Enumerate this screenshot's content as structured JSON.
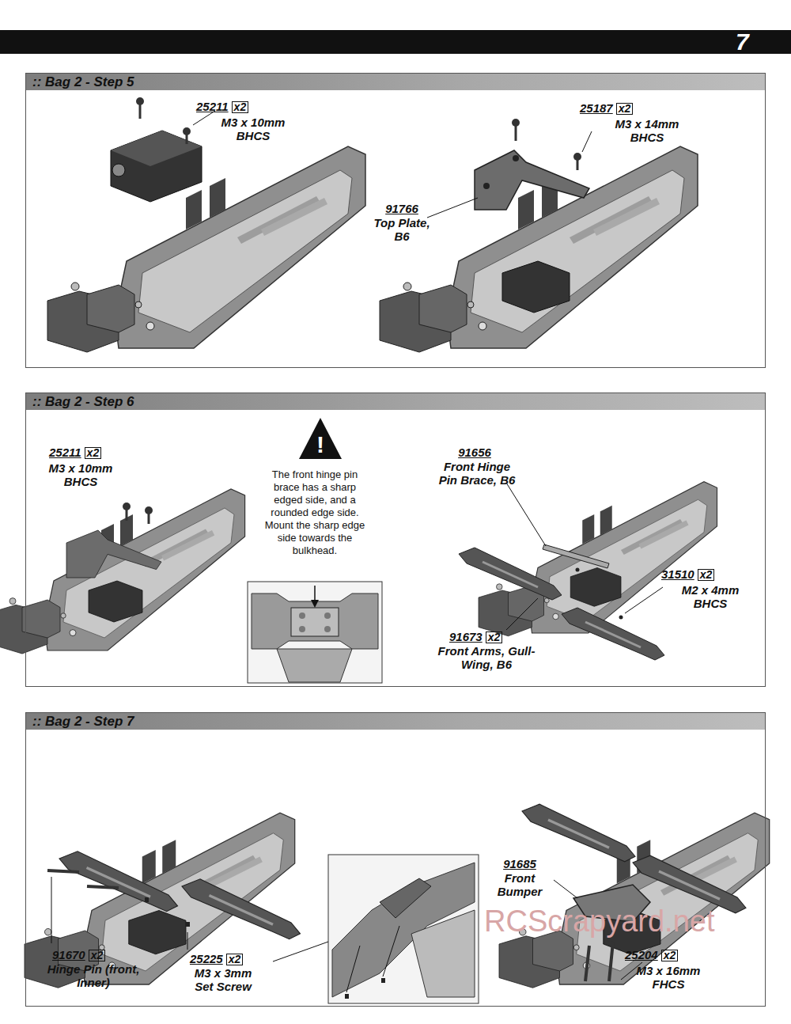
{
  "diagram": {
    "nodes": [
      {
        "text": [
          ":: Bag 2 - Step 5"
        ]
      },
      {
        "text": [
          ":: Bag 2 - Step 6"
        ]
      },
      {
        "text": [
          ":: Bag 2 - Step 7"
        ]
      }
    ],
    "labels": [
      "7",
      "25211",
      "x2",
      "M3 x 10mm BHCS",
      "25187",
      "x2",
      "M3 x 14mm BHCS",
      "91766",
      "Top Plate, B6",
      "25211",
      "x2",
      "M3 x 10mm BHCS",
      "!",
      "The front hinge pin brace has a sharp edged side, and a rounded edge side. Mount the sharp edge side towards the bulkhead.",
      "91656",
      "Front Hinge Pin Brace, B6",
      "31510",
      "x2",
      "M2 x 4mm BHCS",
      "91673",
      "x2",
      "Front Arms, Gull-Wing, B6",
      "91670",
      "x2",
      "Hinge Pin (front, Inner)",
      "25225",
      "x2",
      "M3 x 3mm Set Screw",
      "91685",
      "Front Bumper",
      "25204",
      "x2",
      "M3 x 16mm FHCS",
      "RCScrapyard.net"
    ]
  }
}
